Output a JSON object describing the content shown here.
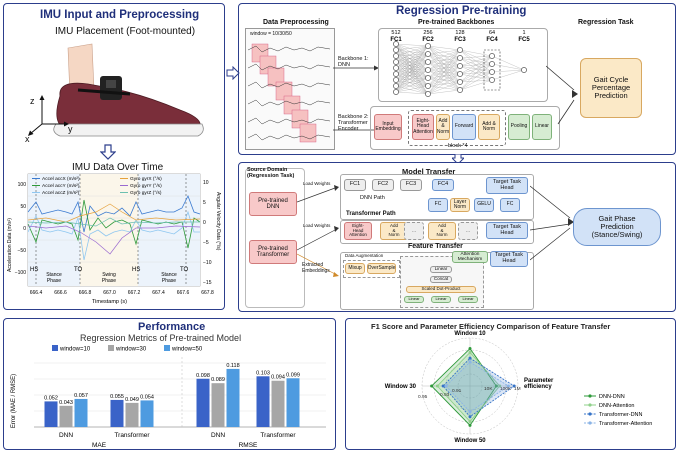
{
  "imu": {
    "title": "IMU Input and Preprocessing",
    "placement": "IMU Placement (Foot-mounted)",
    "axes": {
      "z": "z",
      "x": "x",
      "y": "y"
    },
    "over_time": "IMU Data Over Time",
    "plot": {
      "ylabel_left": "Acceleration Data (m/s²)",
      "ylabel_right": "Angular Velocity Data (°/s)",
      "xlabel": "Timestamp (s)",
      "xticks": [
        "666.4",
        "666.6",
        "666.8",
        "667.0",
        "667.2",
        "667.4",
        "667.6",
        "667.8"
      ],
      "yticks_left": [
        "100",
        "50",
        "0",
        "−50",
        "−100"
      ],
      "yticks_right": [
        "10",
        "5",
        "0",
        "−5",
        "−10",
        "−15"
      ],
      "legend": [
        "Accel accX (m/s²)",
        "Accel accY (m/s²)",
        "Accel accZ (m/s²)",
        "Gyro gyrX (°/s)",
        "Gyro gyrY (°/s)",
        "Gyro gyrZ (°/s)"
      ],
      "events": [
        "HS",
        "TO",
        "HS",
        "TO"
      ],
      "phases": [
        "Stance\nPhase",
        "Swing\nPhase",
        "Stance\nPhase"
      ]
    }
  },
  "regression": {
    "title": "Regression Pre-training",
    "data_preprocessing": "Data Preprocessing",
    "window": "window = 10/30/50",
    "backbones": "Pre-trained Backbones",
    "task": "Regression Task",
    "backbone1": "Backbone 1:\nDNN",
    "backbone2": "Backbone 2:\nTransformer\nEncoder",
    "fc_sizes": [
      "512",
      "256",
      "128",
      "64",
      "1"
    ],
    "fc_labels": [
      "FC1",
      "FC2",
      "FC3",
      "FC4",
      "FC5"
    ],
    "encoder_blocks": [
      "Input\nEmbedding",
      "Eight-\nHead\nAttention",
      "Add\n&\nNorm",
      "Forward",
      "Add &\nNorm",
      "Pooling",
      "Linear"
    ],
    "block_repeat": "block *4",
    "output": "Gait Cycle\nPercentage\nPrediction"
  },
  "transfer": {
    "source_domain": "Source Domain\n(Regression Task)",
    "model_transfer": "Model Transfer",
    "pretrained_dnn": "Pre-trained\nDNN",
    "pretrained_transformer": "Pre-trained\nTransformer",
    "load_weights": "Load Weights",
    "dnn_path": "DNN Path",
    "dnn_blocks": [
      "FC1",
      "FC2",
      "FC3",
      "FC4"
    ],
    "target_task_head": "Target Task\nHead",
    "dnn_row2": [
      "FC",
      "Layer\nNorm",
      "GELU",
      "FC"
    ],
    "transformer_path": "Transformer Path",
    "tr_blocks": [
      "Eight-\nHead\nAttention",
      "Add\n&\nNorm",
      "...",
      "Add\n&\nNorm",
      "..."
    ],
    "feature_transfer": "Feature Transfer",
    "data_aug": "Data Augmentation",
    "mixup": "Mixup",
    "oversample": "OverSample",
    "extracted": "Extracted\nEmbeddings",
    "attention_mech": "Attention\nMechanism",
    "linear": "Linear",
    "concat": "Concat",
    "sdp": "Scaled Dot-Product",
    "output": "Gait Phase\nPrediction\n(Stance/Swing)"
  },
  "performance": {
    "title": "Performance",
    "chart_title": "Regression Metrics of Pre-trained Model",
    "ylabel": "Error (MAE / RMSE)",
    "metric_labels": [
      "MAE",
      "RMSE"
    ],
    "colors": {
      "w10": "#3a63c8",
      "w30": "#a6a6a6",
      "w50": "#4e9be0"
    }
  },
  "chart_data": [
    {
      "type": "bar",
      "title": "Regression Metrics of Pre-trained Model",
      "ylabel": "Error (MAE / RMSE)",
      "categories": [
        "DNN",
        "Transformer",
        "DNN",
        "Transformer"
      ],
      "groups": [
        "MAE",
        "MAE",
        "RMSE",
        "RMSE"
      ],
      "series": [
        {
          "name": "window=10",
          "values": [
            0.052,
            0.055,
            0.098,
            0.103
          ]
        },
        {
          "name": "window=30",
          "values": [
            0.043,
            0.049,
            0.089,
            0.094
          ]
        },
        {
          "name": "window=50",
          "values": [
            0.057,
            0.054,
            0.118,
            0.099
          ]
        }
      ],
      "ylim": [
        0,
        0.13
      ],
      "legend": "top"
    },
    {
      "type": "radar",
      "title": "F1 Score and Parameter Efficiency Comparison of Feature Transfer",
      "axes": [
        "Window 10",
        "Parameter\nefficiency",
        "Window 50",
        "Window 30"
      ],
      "tick_labels": [
        "0.95",
        "0.93",
        "0.91",
        "10K",
        "100K",
        "1M"
      ],
      "series": [
        {
          "name": "DNN-DNN",
          "color": "#2e9a3a"
        },
        {
          "name": "DNN-Attention",
          "color": "#8fd08a"
        },
        {
          "name": "Transformer-DNN",
          "color": "#3573c8"
        },
        {
          "name": "Transformer-Attention",
          "color": "#8ab3e6"
        }
      ]
    }
  ]
}
